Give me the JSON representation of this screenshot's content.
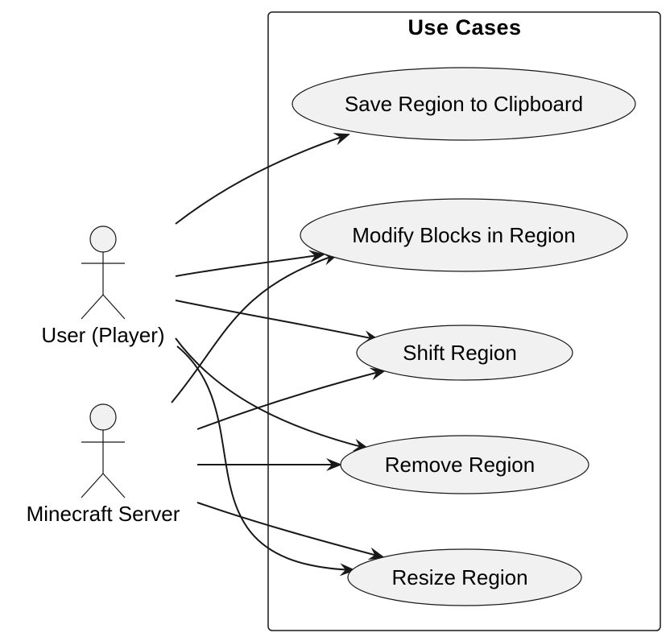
{
  "boundary": {
    "title": "Use Cases"
  },
  "actors": [
    {
      "id": "user",
      "label": "User (Player)"
    },
    {
      "id": "server",
      "label": "Minecraft Server"
    }
  ],
  "use_cases": [
    {
      "id": "save",
      "label": "Save Region to Clipboard"
    },
    {
      "id": "modify",
      "label": "Modify Blocks in Region"
    },
    {
      "id": "shift",
      "label": "Shift Region"
    },
    {
      "id": "remove",
      "label": "Remove Region"
    },
    {
      "id": "resize",
      "label": "Resize Region"
    }
  ],
  "associations": [
    {
      "from": "user",
      "to": "save"
    },
    {
      "from": "user",
      "to": "modify"
    },
    {
      "from": "user",
      "to": "shift"
    },
    {
      "from": "user",
      "to": "remove"
    },
    {
      "from": "user",
      "to": "resize"
    },
    {
      "from": "server",
      "to": "modify"
    },
    {
      "from": "server",
      "to": "shift"
    },
    {
      "from": "server",
      "to": "remove"
    },
    {
      "from": "server",
      "to": "resize"
    }
  ],
  "colors": {
    "stroke": "#181818",
    "fill": "#f1f1f1",
    "background": "#ffffff"
  }
}
